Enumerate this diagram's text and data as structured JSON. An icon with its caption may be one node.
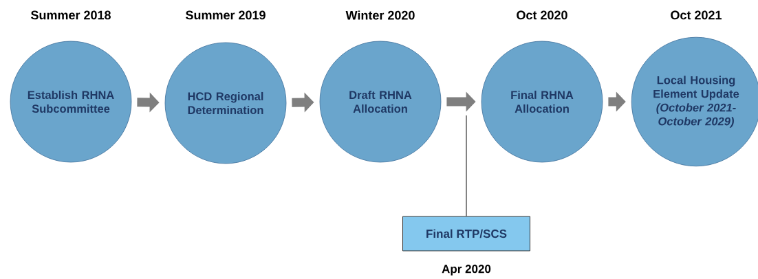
{
  "diagram": {
    "nodes": [
      {
        "text": [
          "Summer 2018",
          "Establish RHNA Subcommittee"
        ]
      },
      {
        "text": [
          "Summer 2019",
          "HCD Regional Determination"
        ]
      },
      {
        "text": [
          "Winter 2020",
          "Draft RHNA Allocation"
        ]
      },
      {
        "text": [
          "Oct 2020",
          "Final RHNA Allocation"
        ]
      },
      {
        "text": [
          "Oct 2021",
          "Local Housing Element Update",
          "(October 2021-October 2029)"
        ]
      },
      {
        "text": [
          "Final RTP/SCS",
          "Apr 2020"
        ]
      }
    ],
    "edges": [
      {
        "from": 0,
        "to": 1,
        "arrow": "to"
      },
      {
        "from": 1,
        "to": 2,
        "arrow": "to"
      },
      {
        "from": 2,
        "to": 3,
        "arrow": "to"
      },
      {
        "from": 3,
        "to": 4,
        "arrow": "to"
      },
      {
        "from": 5,
        "to": null,
        "arrow": "none",
        "color": "#404040"
      }
    ]
  }
}
